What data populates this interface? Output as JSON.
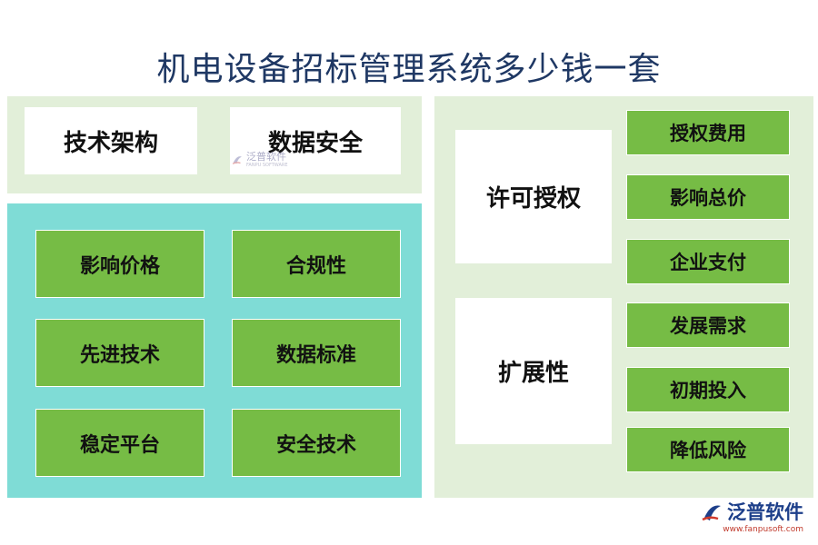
{
  "title": "机电设备招标管理系统多少钱一套",
  "top_left": [
    "技术架构",
    "数据安全"
  ],
  "bottom_left": [
    "影响价格",
    "合规性",
    "先进技术",
    "数据标准",
    "稳定平台",
    "安全技术"
  ],
  "right": {
    "groups": [
      "许可授权",
      "扩展性"
    ],
    "items": [
      "授权费用",
      "影响总价",
      "企业支付",
      "发展需求",
      "初期投入",
      "降低风险"
    ]
  },
  "watermark": {
    "cn": "泛普软件",
    "en": "FANPU SOFTWARE"
  },
  "logo": {
    "name": "泛普软件",
    "url": "www.fanpusoft.com"
  },
  "colors": {
    "green": "#76bc45",
    "teal": "#7fdcd6",
    "light_green": "#e2efd9",
    "title": "#1f3864"
  }
}
